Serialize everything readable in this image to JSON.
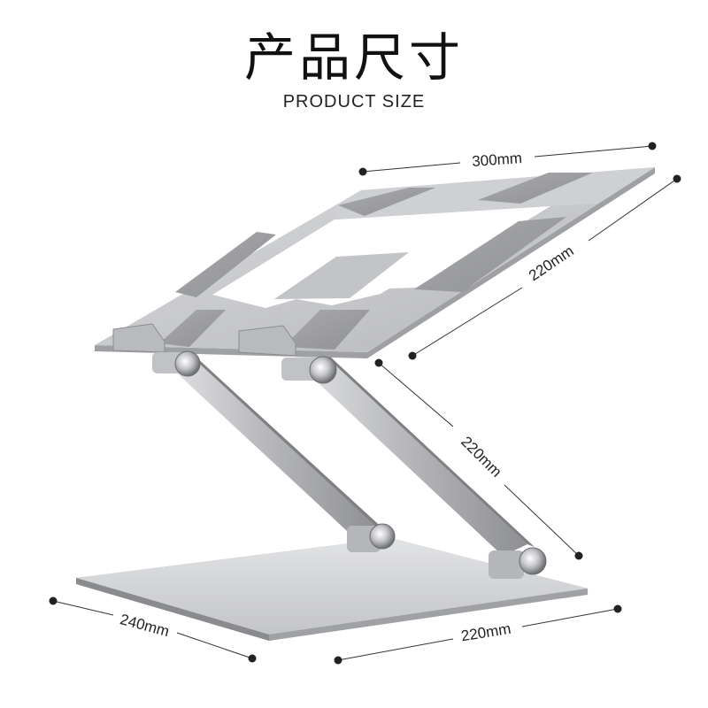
{
  "title": "产品尺寸",
  "subtitle": "PRODUCT SIZE",
  "dimensions": {
    "top_width": "300mm",
    "top_depth": "220mm",
    "arm_length": "220mm",
    "base_depth": "240mm",
    "base_width": "220mm"
  }
}
